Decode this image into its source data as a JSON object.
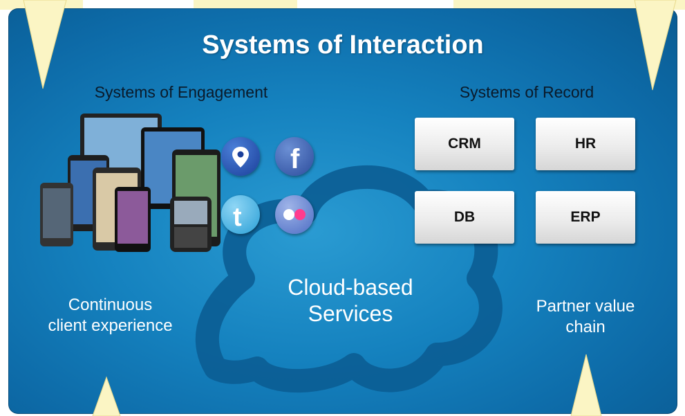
{
  "title": "Systems of Interaction",
  "engagement": {
    "heading": "Systems of Engagement",
    "caption_line1": "Continuous",
    "caption_line2": "client experience",
    "social_icons": [
      "map-pin-icon",
      "facebook-icon",
      "twitter-icon",
      "flickr-icon"
    ]
  },
  "record": {
    "heading": "Systems of Record",
    "boxes": [
      "CRM",
      "HR",
      "DB",
      "ERP"
    ],
    "caption_line1": "Partner value",
    "caption_line2": "chain"
  },
  "cloud": {
    "line1": "Cloud-based",
    "line2": "Services"
  },
  "colors": {
    "panel": "#1582bf",
    "callout": "#fbf5c4",
    "cloud_outline": "#0b5d93"
  }
}
